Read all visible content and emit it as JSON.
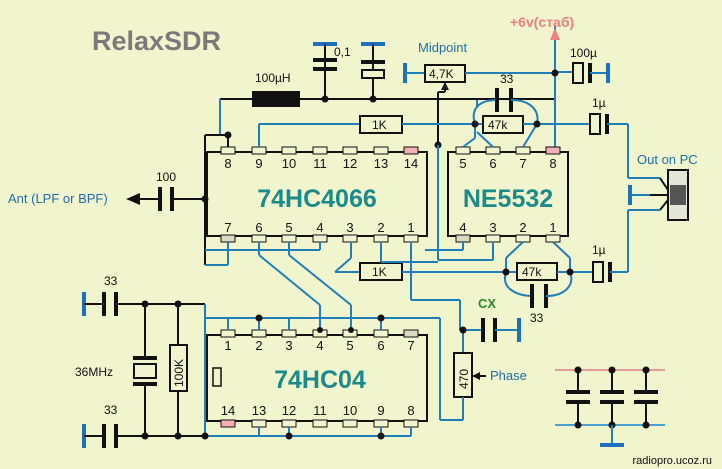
{
  "title": "RelaxSDR",
  "watermark": "radiopro.ucoz.ru",
  "power_label": "+6v(стаб)",
  "chips": {
    "switch": {
      "name": "74HC4066",
      "top_pins": [
        "8",
        "9",
        "10",
        "11",
        "12",
        "13",
        "14"
      ],
      "bottom_pins": [
        "7",
        "6",
        "5",
        "4",
        "3",
        "2",
        "1"
      ]
    },
    "opamp": {
      "name": "NE5532",
      "top_pins": [
        "5",
        "6",
        "7",
        "8"
      ],
      "bottom_pins": [
        "4",
        "3",
        "2",
        "1"
      ]
    },
    "inverter": {
      "name": "74HC04",
      "top_pins": [
        "1",
        "2",
        "3",
        "4",
        "5",
        "6",
        "7"
      ],
      "bottom_pins": [
        "14",
        "13",
        "12",
        "11",
        "10",
        "9",
        "8"
      ]
    }
  },
  "labels": {
    "inductor": "100µH",
    "cap_01": "0,1",
    "midpoint": "Midpoint",
    "r_midpoint": "4,7K",
    "cap_33_top": "33",
    "cap_100u": "100µ",
    "r_1k_top": "1K",
    "r_47k_top": "47k",
    "cap_1u_top": "1µ",
    "out_on_pc": "Out on PC",
    "cap_100": "100",
    "ant": "Ant (LPF or BPF)",
    "r_1k_bot": "1K",
    "r_47k_bot": "47k",
    "cap_1u_bot": "1µ",
    "cap_33_bot": "33",
    "cap_33_left_top": "33",
    "cap_33_left_bot": "33",
    "crystal": "36MHz",
    "r_100k": "100K",
    "cx": "CX",
    "r_470": "470",
    "phase": "Phase"
  }
}
